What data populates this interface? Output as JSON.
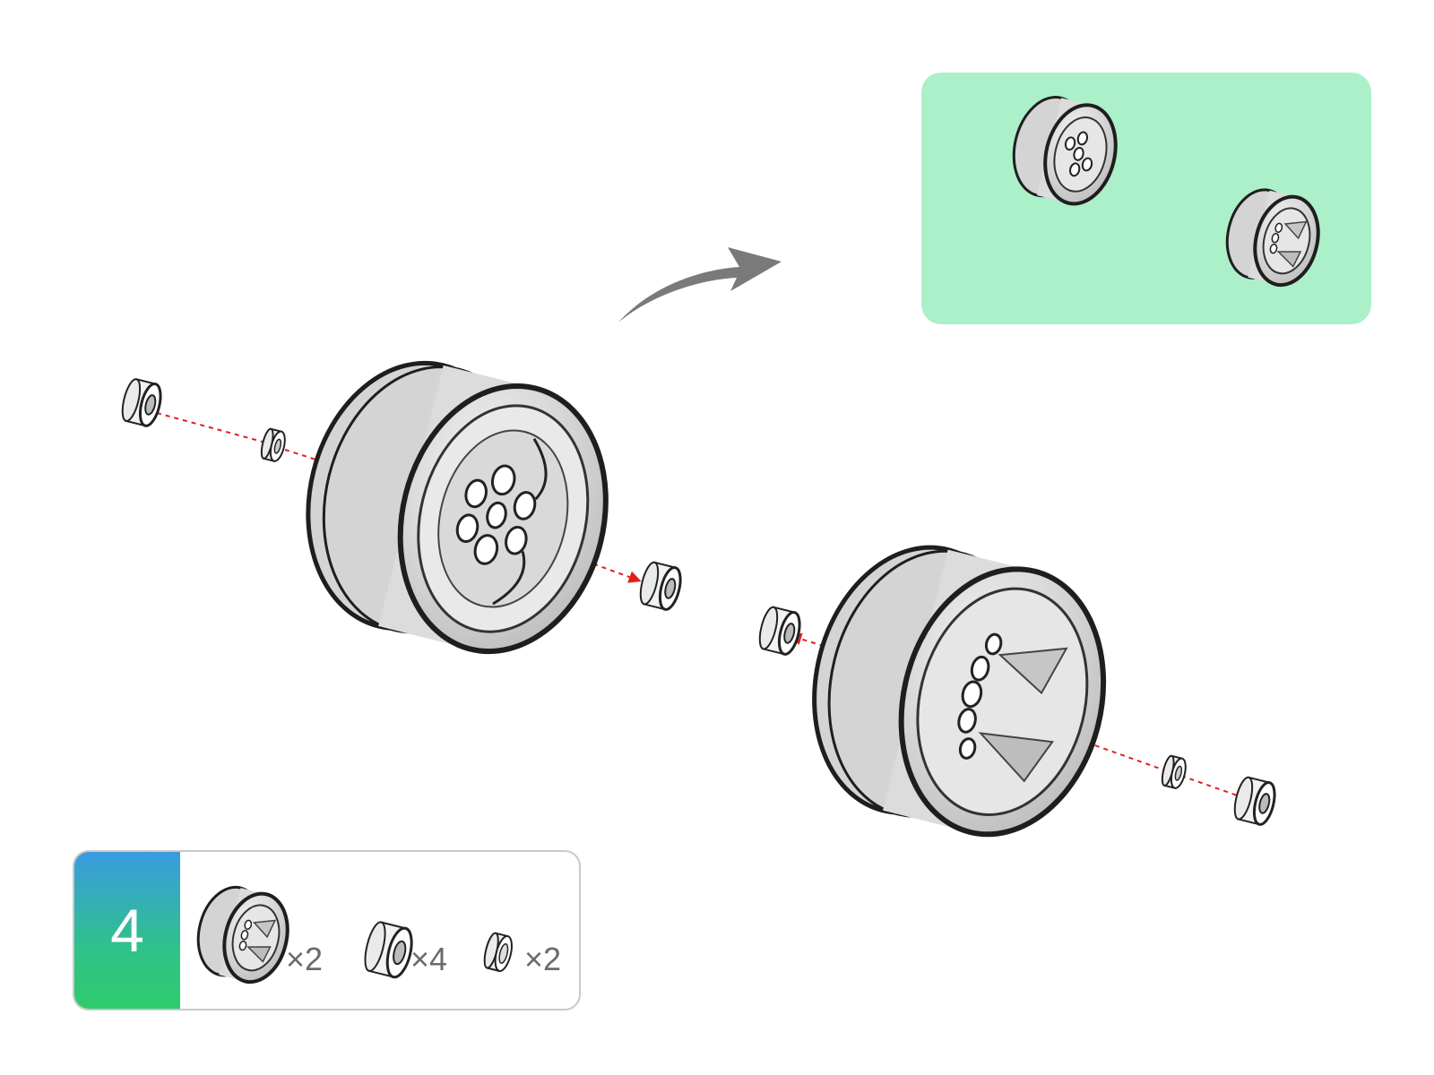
{
  "step": {
    "number": "4"
  },
  "parts_list": [
    {
      "part": "wheel-rim",
      "quantity": "×2"
    },
    {
      "part": "bearing",
      "quantity": "×4"
    },
    {
      "part": "spacer-ring",
      "quantity": "×2"
    }
  ],
  "colors": {
    "result_panel": "#abf0c9",
    "badge_gradient_top": "#3a9be0",
    "badge_gradient_bottom": "#2ecb6c",
    "arrow": "#7a7a7a",
    "guide_line": "#e02020",
    "part_fill": "#e6e6e6",
    "part_outline": "#1e1e1e"
  },
  "icons": {
    "transition_arrow": "curved-arrow-icon",
    "wheel": "wheel-rim-icon",
    "bearing": "bearing-icon",
    "spacer": "spacer-ring-icon"
  }
}
